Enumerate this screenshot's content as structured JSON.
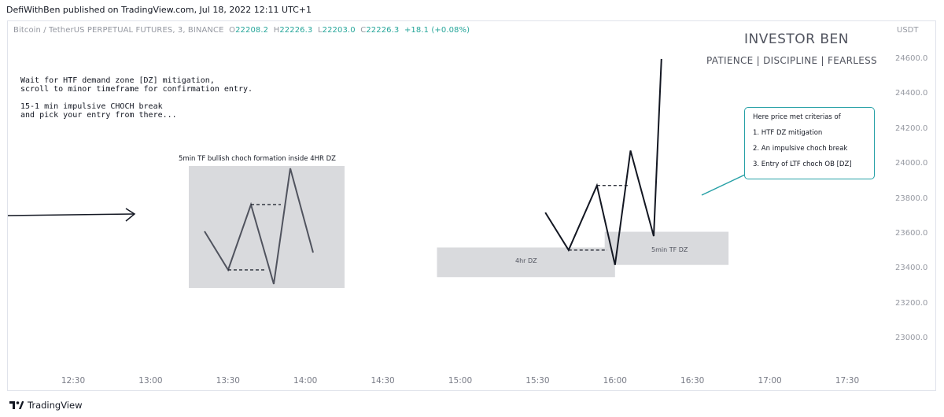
{
  "header": {
    "published": "DefiWithBen published on TradingView.com, Jul 18, 2022 12:11 UTC+1"
  },
  "symbol": {
    "name": "Bitcoin / TetherUS PERPETUAL FUTURES, 3, BINANCE",
    "o_label": "O",
    "o": "22208.2",
    "h_label": "H",
    "h": "22226.3",
    "l_label": "L",
    "l": "22203.0",
    "c_label": "C",
    "c": "22226.3",
    "change": "+18.1 (+0.08%)"
  },
  "brand": {
    "title": "INVESTOR BEN",
    "tagline": "PATIENCE  |  DISCIPLINE  |  FEARLESS"
  },
  "notes": {
    "line1": "Wait for HTF demand zone [DZ] mitigation,",
    "line2": "scroll to minor timeframe for confirmation entry.",
    "line3": "15-1 min impulsive CHOCH break",
    "line4": "and pick your entry from there..."
  },
  "labels": {
    "box_title": "5min TF bullish choch formation inside 4HR DZ",
    "zone_4hr": "4hr DZ",
    "zone_5min": "5min TF DZ"
  },
  "callout": {
    "line1": "Here price met criterias of",
    "line2": "1. HTF DZ mitigation",
    "line3": "2. An impulsive choch break",
    "line4": "3. Entry of LTF choch OB [DZ]"
  },
  "axis": {
    "currency": "USDT"
  },
  "footer": {
    "brand": "TradingView"
  },
  "chart_data": {
    "type": "line",
    "ylim": [
      22850,
      24700
    ],
    "y_ticks": [
      "24600.0",
      "24400.0",
      "24200.0",
      "24000.0",
      "23800.0",
      "23600.0",
      "23400.0",
      "23200.0",
      "23000.0"
    ],
    "x_ticks": [
      "12:30",
      "13:00",
      "13:30",
      "14:00",
      "14:30",
      "15:00",
      "15:30",
      "16:00",
      "16:30",
      "17:00",
      "17:30"
    ],
    "zones": [
      {
        "label": "4hr DZ",
        "x_start": "14:51",
        "x_end": "16:00",
        "y_low": 23355,
        "y_high": 23525
      },
      {
        "label": "5min TF DZ",
        "x_start": "15:56",
        "x_end": "16:44",
        "y_low": 23425,
        "y_high": 23615
      }
    ],
    "price_path": [
      {
        "x": "15:33",
        "y": 23725
      },
      {
        "x": "15:42",
        "y": 23510
      },
      {
        "x": "15:53",
        "y": 23880
      },
      {
        "x": "16:00",
        "y": 23425
      },
      {
        "x": "16:06",
        "y": 24080
      },
      {
        "x": "16:15",
        "y": 23590
      },
      {
        "x": "16:18",
        "y": 24605
      }
    ],
    "choch_levels": [
      {
        "y": 23510,
        "x_start": "15:42",
        "x_end": "15:57"
      },
      {
        "y": 23880,
        "x_start": "15:53",
        "x_end": "16:05"
      }
    ]
  }
}
